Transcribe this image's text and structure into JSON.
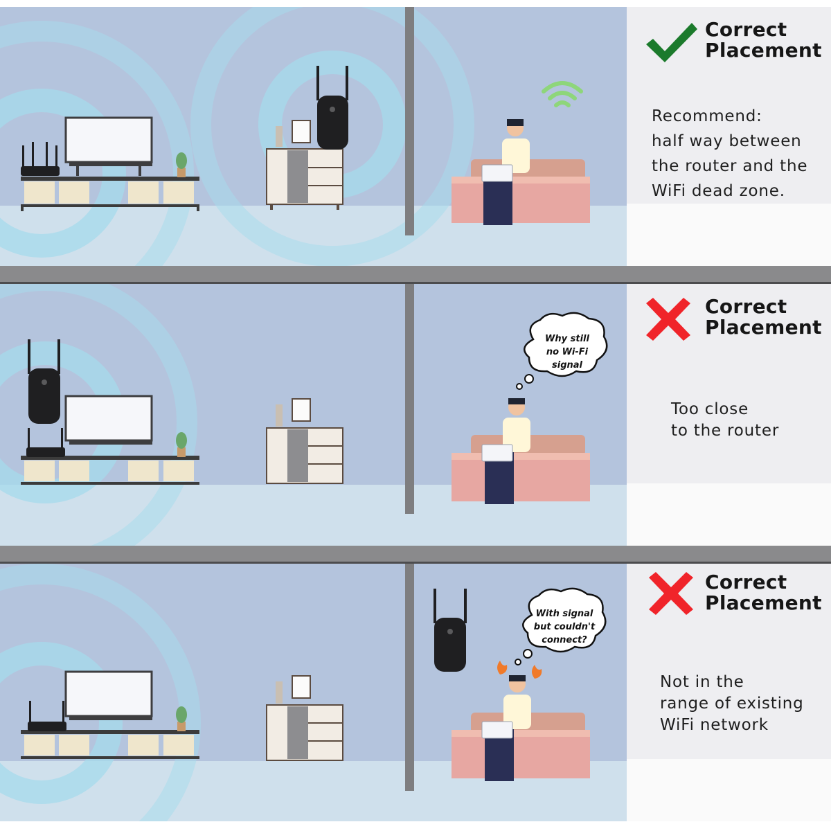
{
  "colors": {
    "room_wall": "#b4c4dd",
    "floor": "#cfe0ec",
    "signal": "#a9dcec",
    "check": "#1b7a2c",
    "cross": "#f0242a",
    "divider": "#8a8a8c"
  },
  "panels": [
    {
      "status": "correct",
      "icon": "check-icon",
      "heading_line1": "Correct",
      "heading_line2": "Placement",
      "description": [
        "Recommend:",
        "half way between",
        "the router and the",
        "WiFi dead zone."
      ],
      "thought_bubble": []
    },
    {
      "status": "incorrect",
      "icon": "cross-icon",
      "heading_line1": "Correct",
      "heading_line2": "Placement",
      "description": [
        "Too close",
        "to the router"
      ],
      "thought_bubble": [
        "Why still",
        "no Wi-Fi",
        "signal"
      ]
    },
    {
      "status": "incorrect",
      "icon": "cross-icon",
      "heading_line1": "Correct",
      "heading_line2": "Placement",
      "description": [
        "Not in the",
        "range of existing",
        "WiFi network"
      ],
      "thought_bubble": [
        "With signal",
        "but couldn't",
        "connect?"
      ]
    }
  ]
}
